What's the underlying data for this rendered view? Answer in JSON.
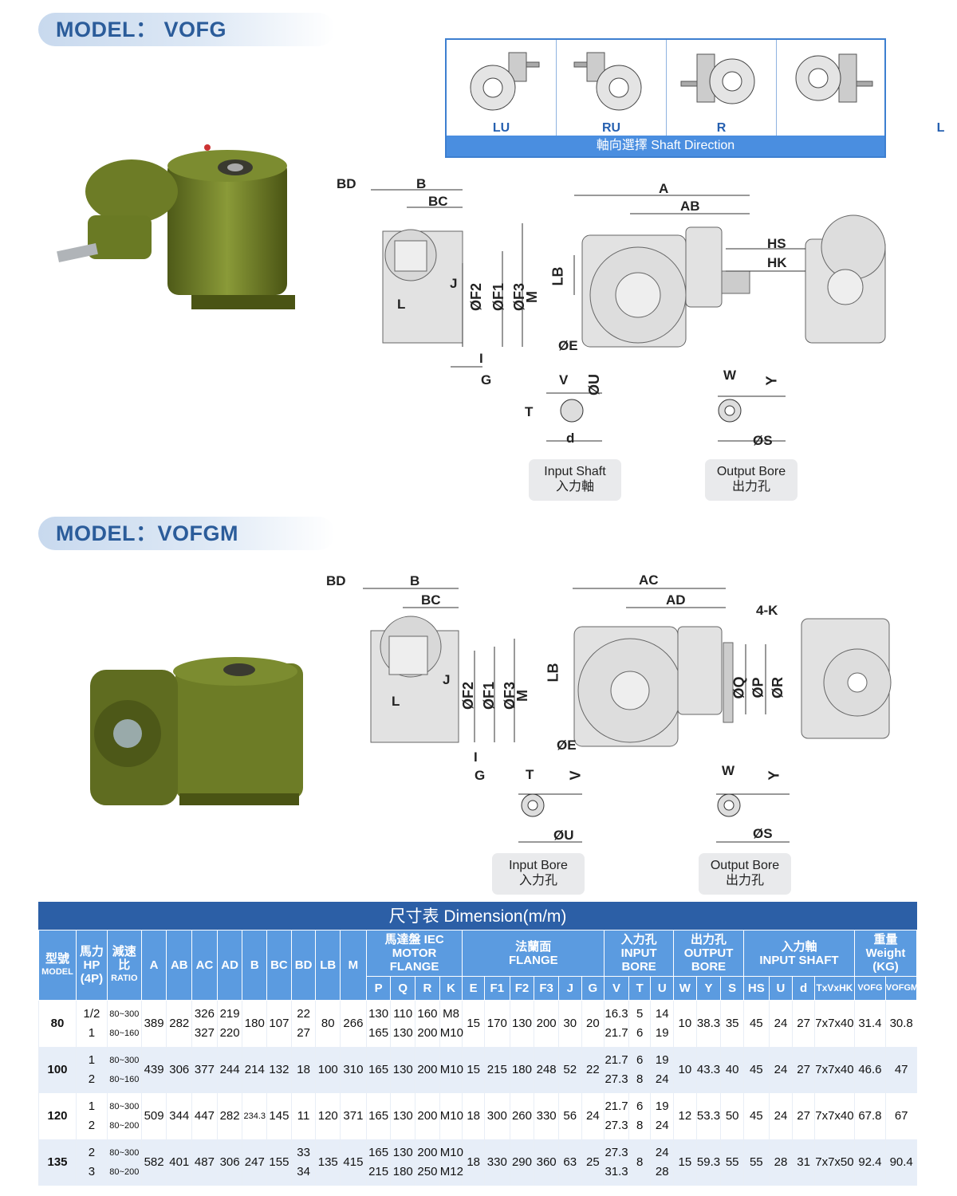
{
  "model1": {
    "title": "MODEL： VOFG"
  },
  "model2": {
    "title": "MODEL：VOFGM"
  },
  "shaft_direction": {
    "options": [
      "LU",
      "RU",
      "R",
      "L"
    ],
    "label": "軸向選擇  Shaft Direction"
  },
  "diagram1": {
    "labels": {
      "BD": "BD",
      "B": "B",
      "BC": "BC",
      "A": "A",
      "AB": "AB",
      "HS": "HS",
      "HK": "HK",
      "LB": "LB",
      "F2": "ØF2",
      "F1": "ØF1",
      "F3": "ØF3",
      "M": "M",
      "J": "J",
      "L": "L",
      "E": "ØE",
      "I": "I",
      "G": "G",
      "V": "V",
      "U": "ØU",
      "T": "T",
      "d": "d",
      "W": "W",
      "Y": "Y",
      "S": "ØS"
    },
    "input_caption": [
      "Input Shaft",
      "入力軸"
    ],
    "output_caption": [
      "Output Bore",
      "出力孔"
    ]
  },
  "diagram2": {
    "labels": {
      "BD": "BD",
      "B": "B",
      "BC": "BC",
      "AC": "AC",
      "AD": "AD",
      "K": "4-K",
      "LB": "LB",
      "F2": "ØF2",
      "F1": "ØF1",
      "F3": "ØF3",
      "M": "M",
      "J": "J",
      "L": "L",
      "E": "ØE",
      "I": "I",
      "G": "G",
      "Q": "ØQ",
      "P": "ØP",
      "R": "ØR",
      "T": "T",
      "V": "V",
      "U": "ØU",
      "W": "W",
      "Y": "Y",
      "S": "ØS"
    },
    "input_caption": [
      "Input Bore",
      "入力孔"
    ],
    "output_caption": [
      "Output Bore",
      "出力孔"
    ]
  },
  "table": {
    "title": "尺寸表  Dimension(m/m)",
    "h": {
      "model": [
        "型號",
        "MODEL"
      ],
      "hp": [
        "馬力",
        "HP",
        "(4P)"
      ],
      "ratio": [
        "減速比",
        "RATIO"
      ],
      "motor": [
        "馬達盤 IEC",
        "MOTOR FLANGE"
      ],
      "flange": [
        "法蘭面",
        "FLANGE"
      ],
      "inbore": [
        "入力孔",
        "INPUT BORE"
      ],
      "outbore": [
        "出力孔",
        "OUTPUT BORE"
      ],
      "inshaft": [
        "入力軸",
        "INPUT SHAFT"
      ],
      "weight": [
        "重量",
        "Weight",
        "(KG)"
      ]
    },
    "single_cols": [
      "A",
      "AB",
      "AC",
      "AD",
      "B",
      "BC",
      "BD",
      "LB",
      "M"
    ],
    "sub_cols": [
      "P",
      "Q",
      "R",
      "K",
      "E",
      "F1",
      "F2",
      "F3",
      "J",
      "G",
      "V",
      "T",
      "U",
      "W",
      "Y",
      "S",
      "HS",
      "U",
      "d",
      "TxVxHK",
      "VOFG",
      "VOFGM"
    ],
    "rows": [
      {
        "model": "80",
        "hp": [
          "1/2",
          "1"
        ],
        "ratio": [
          "80~300",
          "80~160"
        ],
        "A": "389",
        "AB": "282",
        "AC": [
          "326",
          "327"
        ],
        "AD": [
          "219",
          "220"
        ],
        "B": "180",
        "BC": "107",
        "BD": [
          "22",
          "27"
        ],
        "LB": "80",
        "M": "266",
        "P": [
          "130",
          "165"
        ],
        "Q": [
          "110",
          "130"
        ],
        "R": [
          "160",
          "200"
        ],
        "K": [
          "M8",
          "M10"
        ],
        "E": "15",
        "F1": "170",
        "F2": "130",
        "F3": "200",
        "J": "30",
        "G": "20",
        "V": [
          "16.3",
          "21.7"
        ],
        "T": [
          "5",
          "6"
        ],
        "U": [
          "14",
          "19"
        ],
        "W": "10",
        "Y": "38.3",
        "S": "35",
        "HS": "45",
        "U2": "24",
        "d": "27",
        "TVHK": "7x7x40",
        "VOFG": "31.4",
        "VOFGM": "30.8"
      },
      {
        "model": "100",
        "hp": [
          "1",
          "2"
        ],
        "ratio": [
          "80~300",
          "80~160"
        ],
        "A": "439",
        "AB": "306",
        "AC": "377",
        "AD": "244",
        "B": "214",
        "BC": "132",
        "BD": "18",
        "LB": "100",
        "M": "310",
        "P": "165",
        "Q": "130",
        "R": "200",
        "K": "M10",
        "E": "15",
        "F1": "215",
        "F2": "180",
        "F3": "248",
        "J": "52",
        "G": "22",
        "V": [
          "21.7",
          "27.3"
        ],
        "T": [
          "6",
          "8"
        ],
        "U": [
          "19",
          "24"
        ],
        "W": "10",
        "Y": "43.3",
        "S": "40",
        "HS": "45",
        "U2": "24",
        "d": "27",
        "TVHK": "7x7x40",
        "VOFG": "46.6",
        "VOFGM": "47"
      },
      {
        "model": "120",
        "hp": [
          "1",
          "2"
        ],
        "ratio": [
          "80~300",
          "80~200"
        ],
        "A": "509",
        "AB": "344",
        "AC": "447",
        "AD": "282",
        "B": "234.3",
        "BC": "145",
        "BD": "11",
        "LB": "120",
        "M": "371",
        "P": "165",
        "Q": "130",
        "R": "200",
        "K": "M10",
        "E": "18",
        "F1": "300",
        "F2": "260",
        "F3": "330",
        "J": "56",
        "G": "24",
        "V": [
          "21.7",
          "27.3"
        ],
        "T": [
          "6",
          "8"
        ],
        "U": [
          "19",
          "24"
        ],
        "W": "12",
        "Y": "53.3",
        "S": "50",
        "HS": "45",
        "U2": "24",
        "d": "27",
        "TVHK": "7x7x40",
        "VOFG": "67.8",
        "VOFGM": "67"
      },
      {
        "model": "135",
        "hp": [
          "2",
          "3"
        ],
        "ratio": [
          "80~300",
          "80~200"
        ],
        "A": "582",
        "AB": "401",
        "AC": "487",
        "AD": "306",
        "B": "247",
        "BC": "155",
        "BD": [
          "33",
          "34"
        ],
        "LB": "135",
        "M": "415",
        "P": [
          "165",
          "215"
        ],
        "Q": [
          "130",
          "180"
        ],
        "R": [
          "200",
          "250"
        ],
        "K": [
          "M10",
          "M12"
        ],
        "E": "18",
        "F1": "330",
        "F2": "290",
        "F3": "360",
        "J": "63",
        "G": "25",
        "V": [
          "27.3",
          "31.3"
        ],
        "T": "8",
        "U": [
          "24",
          "28"
        ],
        "W": "15",
        "Y": "59.3",
        "S": "55",
        "HS": "55",
        "U2": "28",
        "d": "31",
        "TVHK": "7x7x50",
        "VOFG": "92.4",
        "VOFGM": "90.4"
      }
    ]
  }
}
